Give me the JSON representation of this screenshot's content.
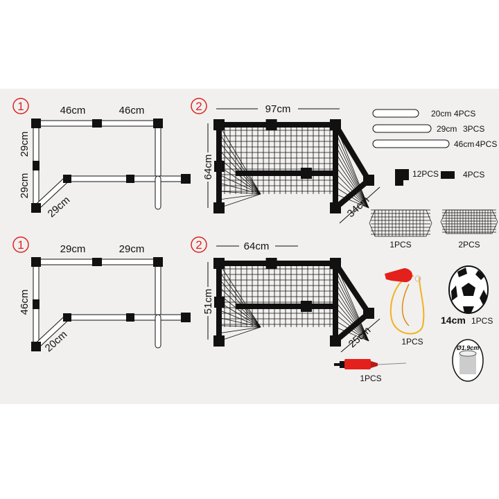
{
  "colors": {
    "panel": "#f1f0ee",
    "ink": "#111111",
    "accent": "#dd2222",
    "cord": "#f2b01e"
  },
  "set1": {
    "number": "1",
    "large": {
      "top_left": "46cm",
      "top_right": "46cm",
      "side_upper": "29cm",
      "side_lower": "29cm",
      "diagonal": "29cm"
    },
    "small": {
      "number": "1",
      "top_left": "29cm",
      "top_right": "29cm",
      "side": "46cm",
      "diagonal": "20cm"
    }
  },
  "set2": {
    "large": {
      "number": "2",
      "width": "97cm",
      "height": "64cm",
      "depth": "34cm"
    },
    "small": {
      "number": "2",
      "width": "64cm",
      "height": "51cm",
      "depth": "25cm"
    }
  },
  "parts": {
    "pipes": [
      {
        "length": "20cm",
        "qty": "4PCS"
      },
      {
        "length": "29cm",
        "qty": "3PCS"
      },
      {
        "length": "46cm",
        "qty": "4PCS"
      }
    ],
    "elbow_qty": "12PCS",
    "connector_qty": "4PCS",
    "net_large_qty": "1PCS",
    "net_small_qty": "2PCS",
    "whistle_qty": "1PCS",
    "ball_size": "14cm",
    "ball_qty": "1PCS",
    "pump_qty": "1PCS",
    "pipe_diameter": "Ø1.9cm"
  }
}
